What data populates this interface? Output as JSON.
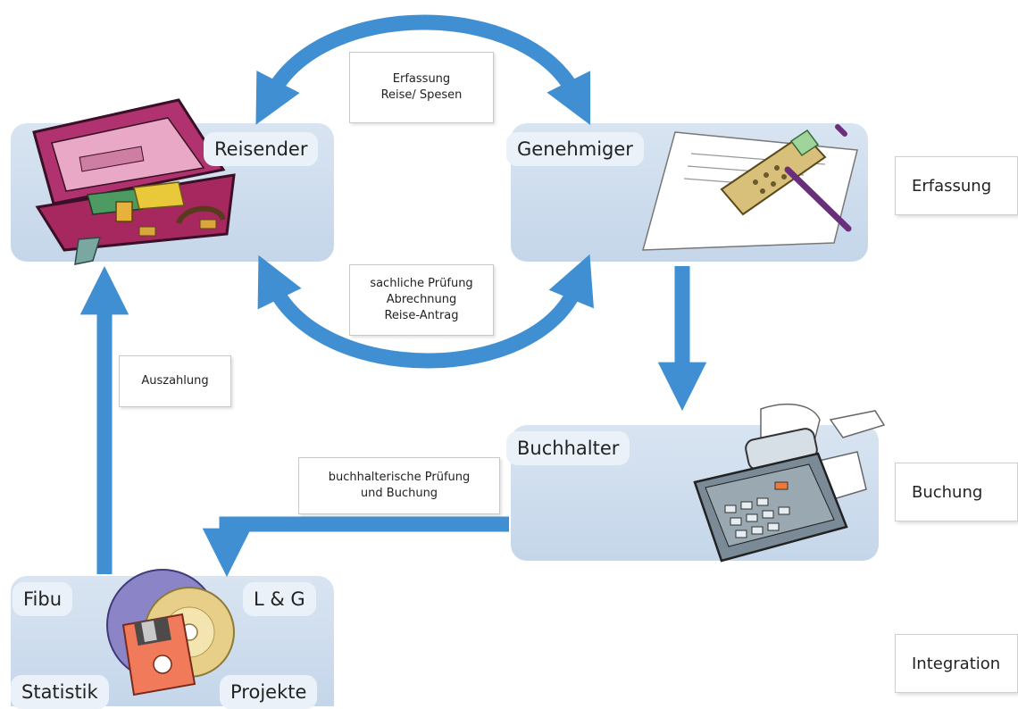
{
  "roles": {
    "traveler": "Reisender",
    "approver": "Genehmiger",
    "accountant": "Buchhalter"
  },
  "notes": {
    "capture": [
      "Erfassung",
      "Reise/ Spesen"
    ],
    "review": [
      "sachliche Prüfung",
      "Abrechnung",
      "Reise-Antrag"
    ],
    "payout": [
      "Auszahlung"
    ],
    "booking": [
      "buchhalterische Prüfung",
      "und Buchung"
    ]
  },
  "modules": {
    "fibu": "Fibu",
    "lg": "L & G",
    "statistik": "Statistik",
    "projekte": "Projekte"
  },
  "stages": {
    "capture": "Erfassung",
    "booking": "Buchung",
    "integration": "Integration"
  },
  "colors": {
    "arrow": "#3f8fd2",
    "panel": "#d2e0ef"
  }
}
